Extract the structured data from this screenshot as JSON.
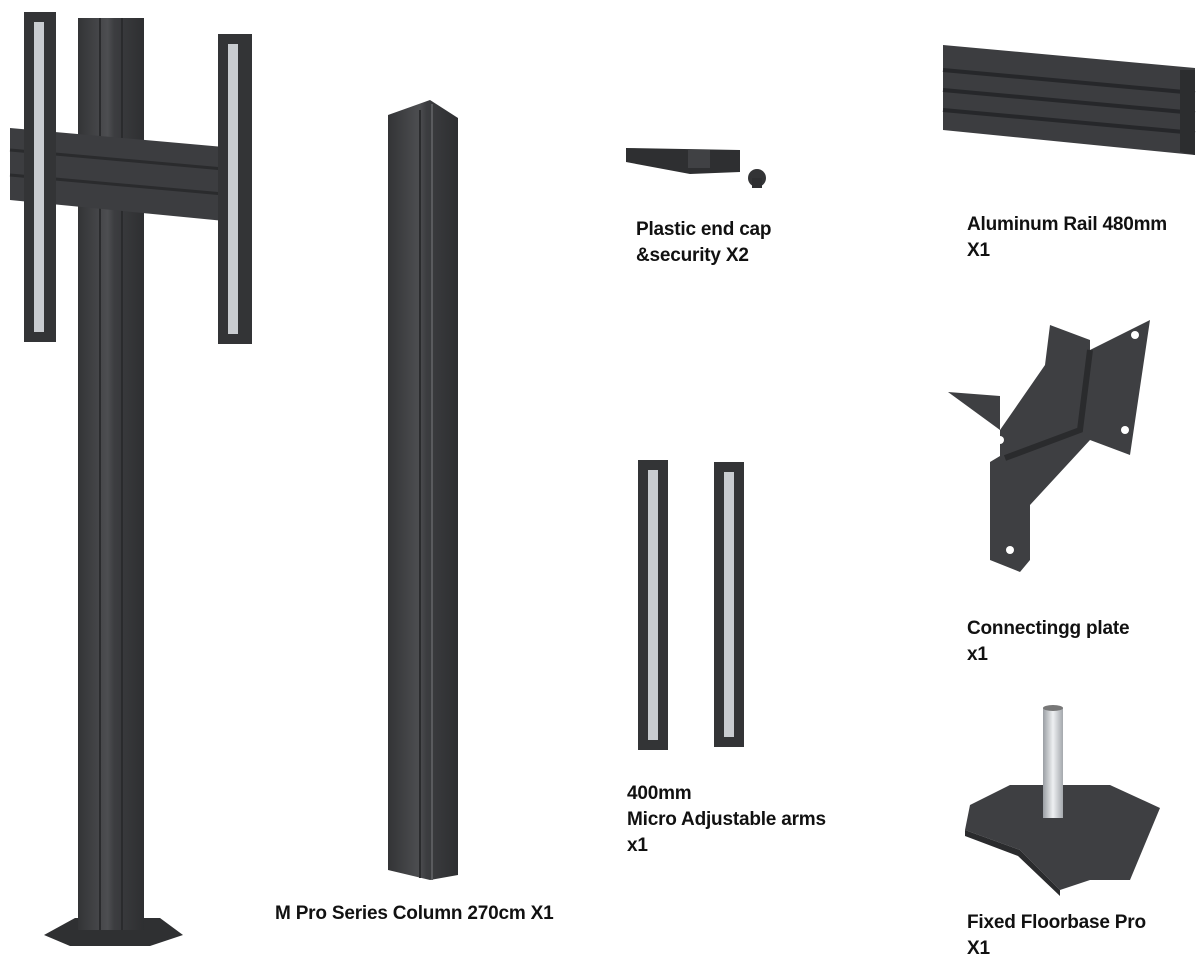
{
  "colors": {
    "metal_dark": "#3a3b3d",
    "metal_mid": "#4a4b4e",
    "metal_light": "#5c5d60",
    "silver": "#c9ccd0",
    "text": "#111111"
  },
  "items": {
    "end_cap": {
      "line1": "Plastic end cap",
      "line2": "&security X2"
    },
    "rail": {
      "line1": "Aluminum Rail 480mm",
      "line2": "X1"
    },
    "plate": {
      "line1": "Connectingg plate",
      "line2": "x1"
    },
    "arms": {
      "line1": "400mm",
      "line2": "Micro Adjustable arms",
      "line3": "x1"
    },
    "column": {
      "line1": "M Pro Series Column 270cm X1"
    },
    "floorbase": {
      "line1": "Fixed Floorbase Pro",
      "line2": "X1"
    }
  }
}
